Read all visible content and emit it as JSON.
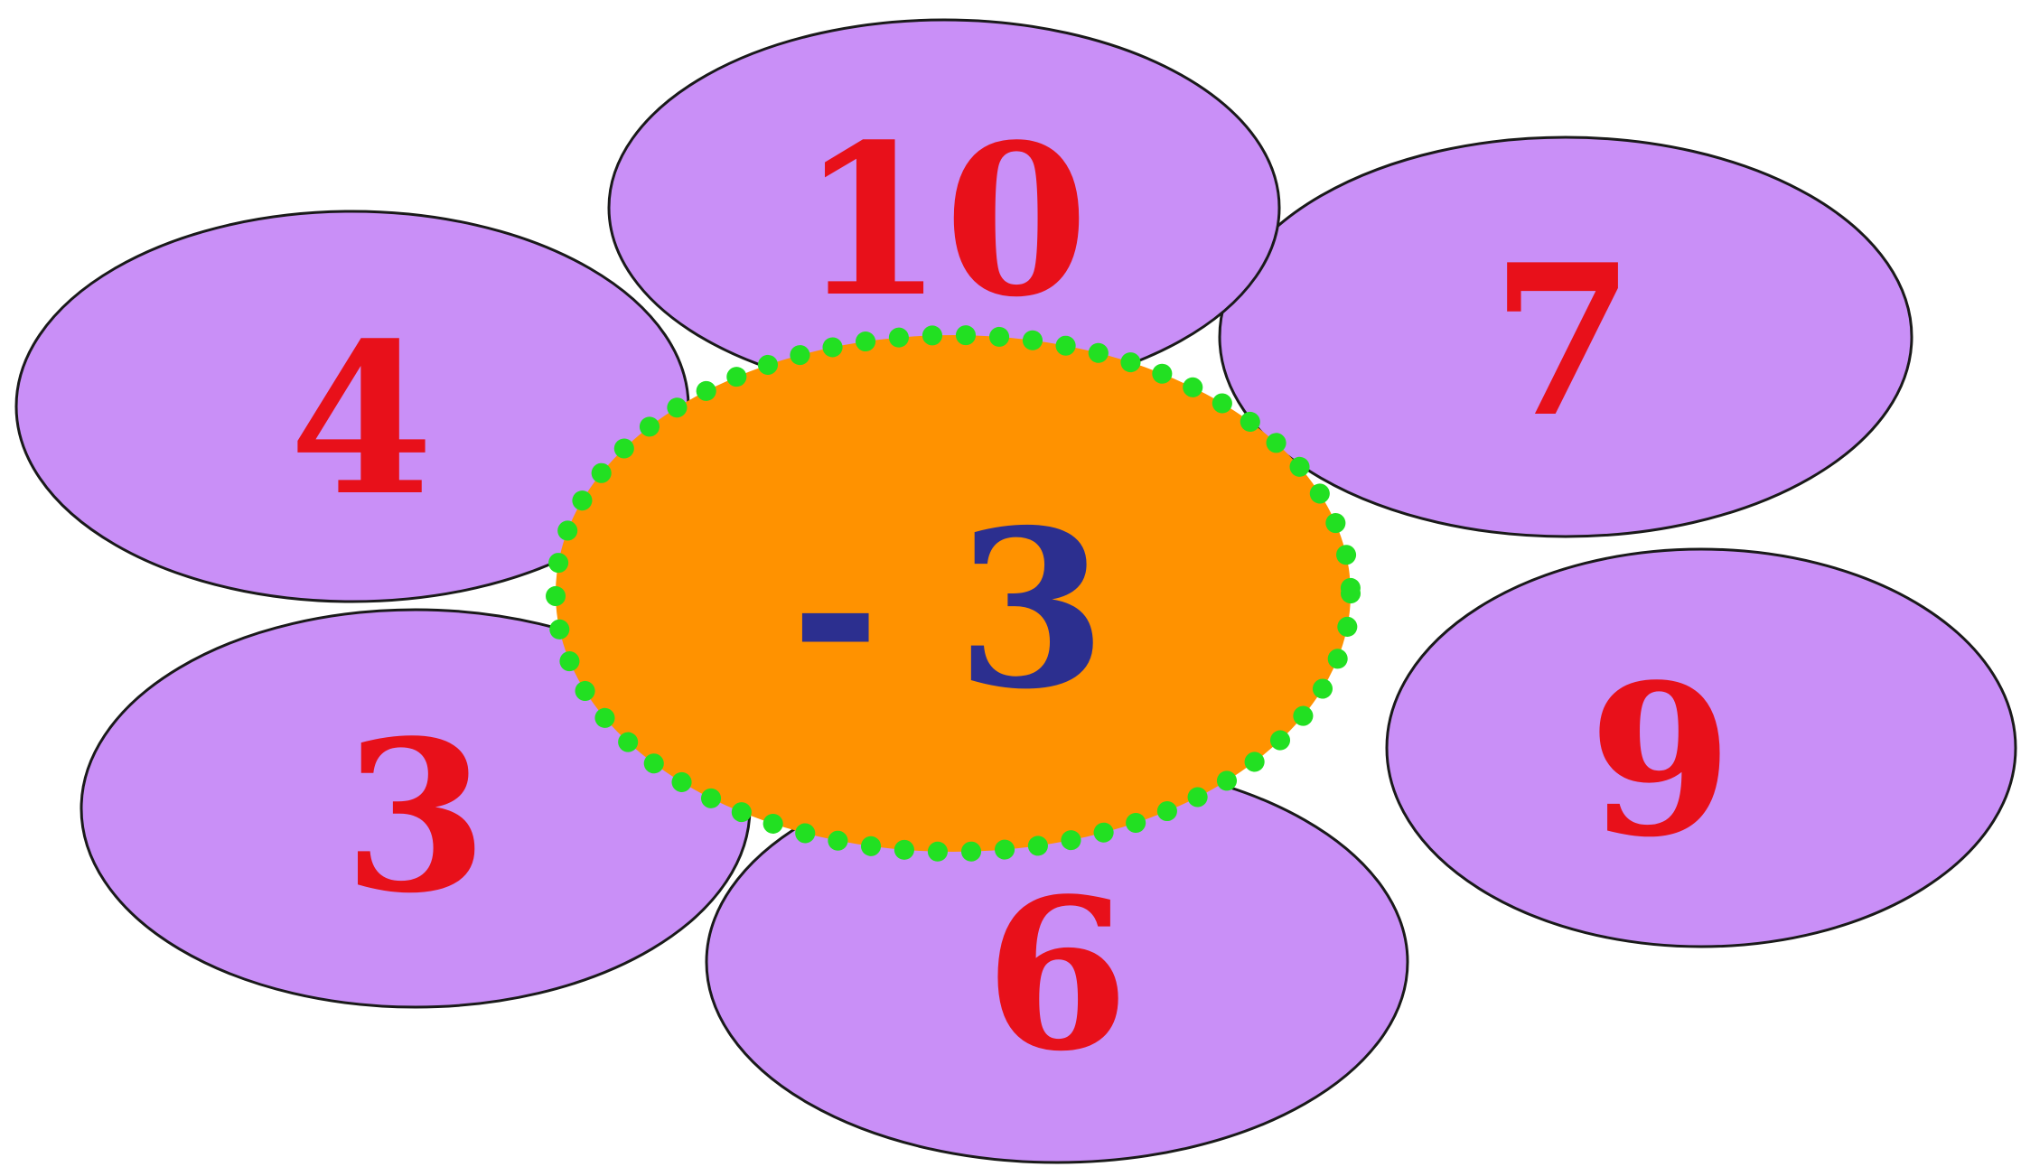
{
  "colors": {
    "petal_fill": "#c98ff7",
    "petal_text": "#e8101a",
    "center_fill": "#ff9200",
    "center_border": "#22e022",
    "center_text": "#2c2f8f"
  },
  "center": {
    "label": "- 3"
  },
  "petals": [
    {
      "id": "top",
      "label": "10"
    },
    {
      "id": "top-right",
      "label": "7"
    },
    {
      "id": "right",
      "label": "9"
    },
    {
      "id": "bottom",
      "label": "6"
    },
    {
      "id": "bottom-left",
      "label": "3"
    },
    {
      "id": "top-left",
      "label": "4"
    }
  ]
}
